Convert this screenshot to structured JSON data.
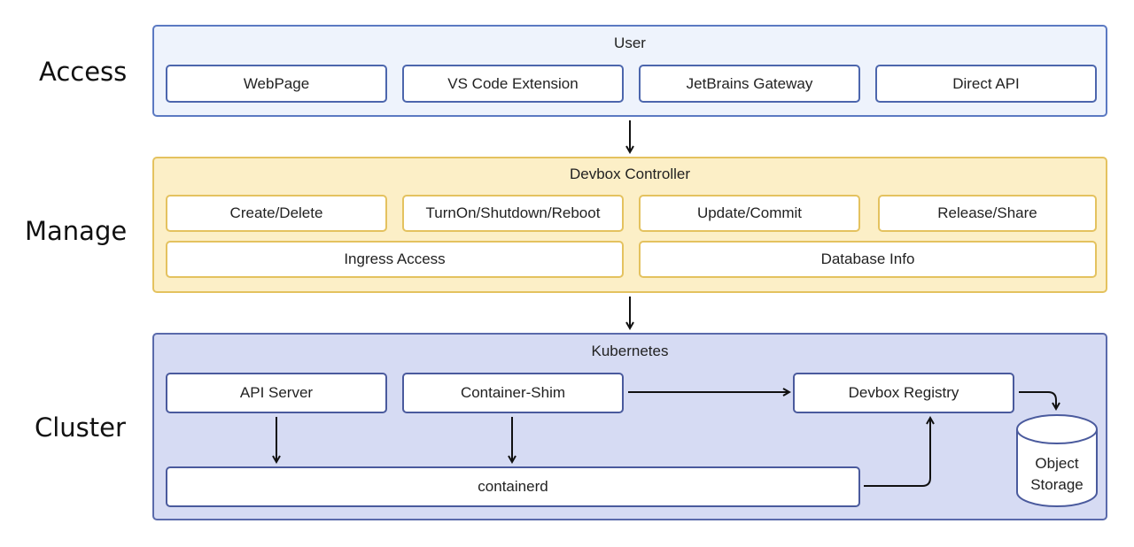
{
  "layers": {
    "access": "Access",
    "manage": "Manage",
    "cluster": "Cluster"
  },
  "access": {
    "title": "User",
    "items": [
      "WebPage",
      "VS Code Extension",
      "JetBrains Gateway",
      "Direct API"
    ]
  },
  "manage": {
    "title": "Devbox Controller",
    "items": [
      "Create/Delete",
      "TurnOn/Shutdown/Reboot",
      "Update/Commit",
      "Release/Share",
      "Ingress Access",
      "Database Info"
    ]
  },
  "cluster": {
    "title": "Kubernetes",
    "api_server": "API Server",
    "container_shim": "Container-Shim",
    "devbox_registry": "Devbox Registry",
    "containerd": "containerd",
    "object_storage": [
      "Object",
      "Storage"
    ]
  }
}
